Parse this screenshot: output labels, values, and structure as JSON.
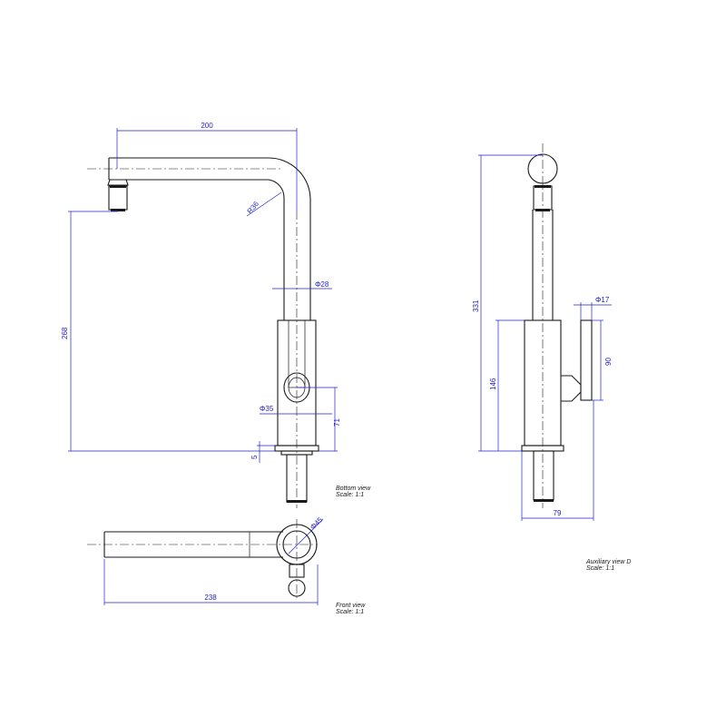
{
  "views": {
    "view1": {
      "caption": "Bottom view",
      "scale": "Scale:  1:1"
    },
    "view2": {
      "caption": "Front view",
      "scale": "Scale:  1:1"
    },
    "view3": {
      "caption": "Auxiliary view D",
      "scale": "Scale:  1:1"
    }
  },
  "dimensions": {
    "d200": "200",
    "r36": "R36",
    "phi28": "Φ28",
    "d268": "268",
    "phi35": "Φ35",
    "d71": "71",
    "d5": "5",
    "phi45": "Φ45",
    "d238": "238",
    "d331": "331",
    "phi17": "Φ17",
    "d90": "90",
    "d146": "146",
    "d79": "79"
  },
  "colors": {
    "dimension": "#2222cc",
    "geometry": "#1a1a1a"
  }
}
